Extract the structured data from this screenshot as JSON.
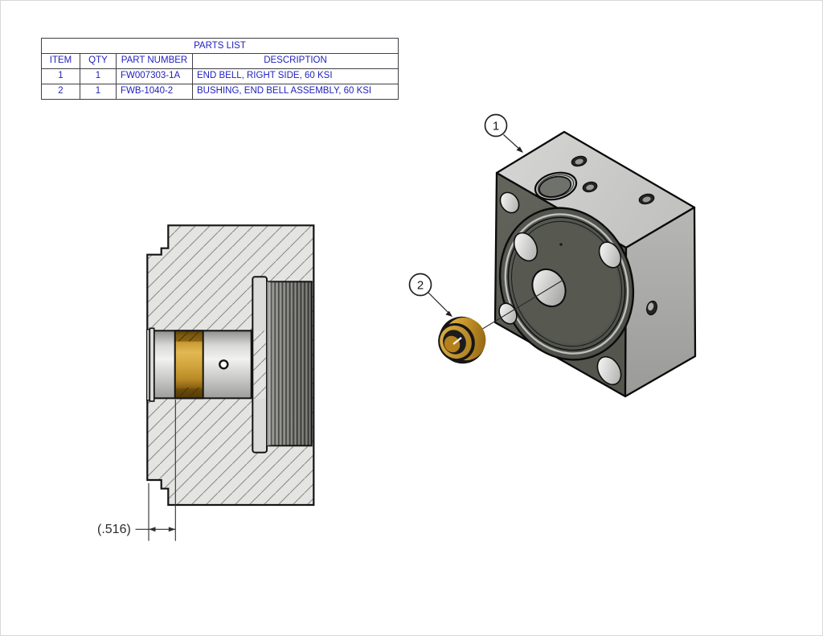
{
  "page": {
    "background": "#ffffff"
  },
  "parts_list": {
    "title": "PARTS LIST",
    "columns": [
      "ITEM",
      "QTY",
      "PART NUMBER",
      "DESCRIPTION"
    ],
    "rows": [
      {
        "item": "1",
        "qty": "1",
        "part_number": "FW007303-1A",
        "description": "END BELL, RIGHT SIDE, 60 KSI"
      },
      {
        "item": "2",
        "qty": "1",
        "part_number": "FWB-1040-2",
        "description": "BUSHING, END BELL ASSEMBLY, 60 KSI"
      }
    ],
    "text_color": "#2121bd",
    "border_color": "#3f3f46"
  },
  "section_view": {
    "dimension_label": "(.516)"
  },
  "balloons": [
    {
      "number": "1"
    },
    {
      "number": "2"
    }
  ],
  "colors": {
    "bushing_gold": "#d2a53e",
    "body_gray": "#e4e4e2",
    "front_face": "#5b5d57",
    "top_face": "#cccccb",
    "side_face": "#a9a9a7"
  }
}
